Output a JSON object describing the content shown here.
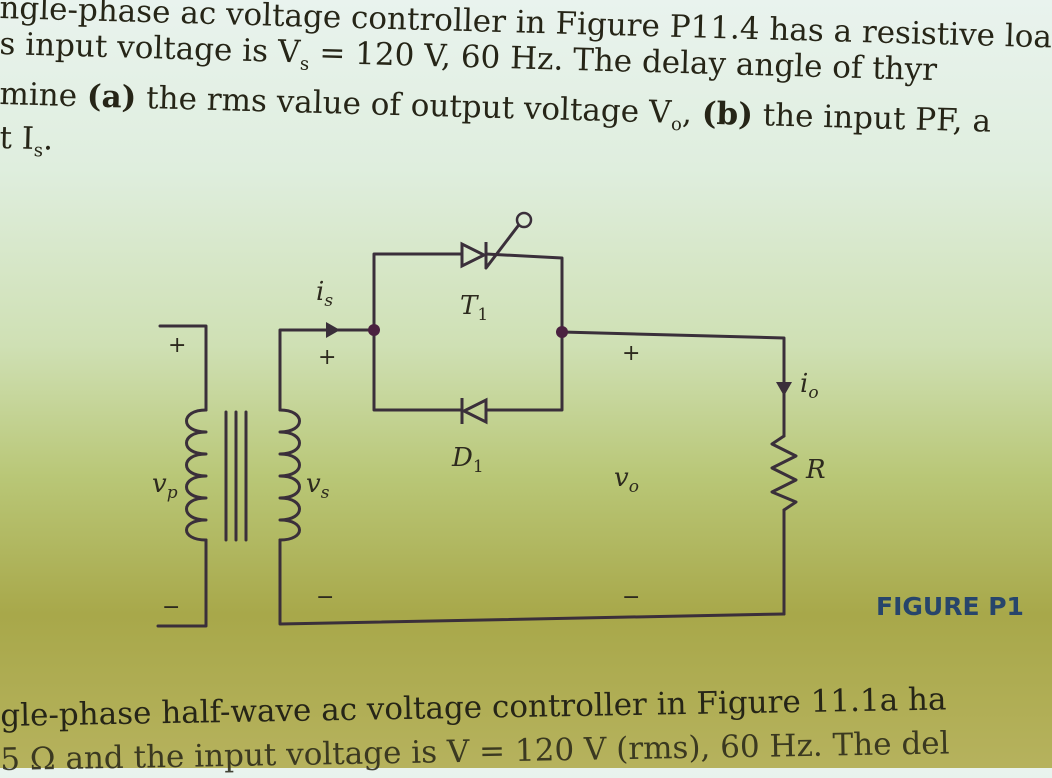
{
  "text": {
    "line1": "ngle-phase ac voltage controller in Figure P11.4 has a resistive loa",
    "line2": "s input voltage is V",
    "line2_sub": "s",
    "line2_rest": " = 120 V, 60 Hz. The delay angle of thyr",
    "line3_a": "mine ",
    "line3_b": "(a)",
    "line3_c": " the rms value of output voltage V",
    "line3_sub": "o",
    "line3_d": ", ",
    "line3_e": "(b)",
    "line3_f": " the input PF, a",
    "line4": "t I",
    "line4_sub": "s",
    "line4_end": ".",
    "bottom1": "gle-phase half-wave ac voltage controller in Figure 11.1a ha",
    "bottom2": "5 Ω and the input voltage is V = 120 V (rms), 60 Hz. The del"
  },
  "figure": {
    "caption": "FIGURE P1",
    "labels": {
      "vp": "v",
      "vp_sub": "p",
      "vs": "v",
      "vs_sub": "s",
      "is": "i",
      "is_sub": "s",
      "T1": "T",
      "T1_sub": "1",
      "D1": "D",
      "D1_sub": "1",
      "vo": "v",
      "vo_sub": "o",
      "io": "i",
      "io_sub": "o",
      "R": "R",
      "plus": "+",
      "minus": "−"
    }
  },
  "colors": {
    "ink": "#262517",
    "caption": "#27456b",
    "wire": "#3a2f3a"
  }
}
